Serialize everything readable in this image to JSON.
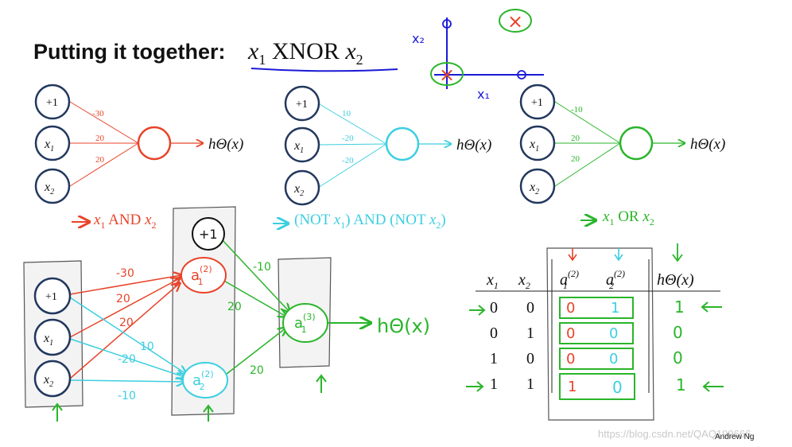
{
  "slide": {
    "title": "Putting it together:",
    "title_math": {
      "x1": "x",
      "sub1": "1",
      "op": "XNOR",
      "x2": "x",
      "sub2": "2"
    },
    "credit": "Andrew Ng",
    "watermark": "https://blog.csdn.net/QAQ199666"
  },
  "sketch": {
    "axis_x_label": "x₁",
    "axis_y_label": "x₂",
    "origin_mark": "×",
    "corner_mark": "×"
  },
  "neuron_inputs": [
    "+1",
    "x1",
    "x2"
  ],
  "output_label": "hΘ(x)",
  "networks": [
    {
      "name": "and",
      "color": "#e8442a",
      "weights": [
        "-30",
        "20",
        "20"
      ],
      "caption": {
        "a": "x",
        "as": "1",
        "mid": " AND ",
        "b": "x",
        "bs": "2"
      }
    },
    {
      "name": "nor",
      "color": "#3ccfe0",
      "weights": [
        "10",
        "-20",
        "-20"
      ],
      "caption": {
        "pre": "(NOT ",
        "a": "x",
        "as": "1",
        "mid": ") AND (NOT ",
        "b": "x",
        "bs": "2",
        "post": ")"
      }
    },
    {
      "name": "or",
      "color": "#2ab52a",
      "weights": [
        "-10",
        "20",
        "20"
      ],
      "caption": {
        "a": "x",
        "as": "1",
        "mid": " OR ",
        "b": "x",
        "bs": "2"
      }
    }
  ],
  "big_network": {
    "layer1": [
      "+1",
      "x1",
      "x2"
    ],
    "layer2_bias": "+1",
    "a1_label": "a",
    "a1_sup": "(2)",
    "a1_sub": "1",
    "a2_label": "a",
    "a2_sup": "(2)",
    "a2_sub": "2",
    "a3_label": "a",
    "a3_sup": "(3)",
    "a3_sub": "1",
    "red_weights": [
      "-30",
      "20",
      "20"
    ],
    "blue_weights": [
      "10",
      "-20",
      "-10"
    ],
    "green_weights": [
      "-10",
      "20",
      "20"
    ],
    "output": "hΘ(x)"
  },
  "truth_table": {
    "headers": [
      "x1",
      "x2",
      "a1(2)",
      "a2(2)",
      "hΘ(x)"
    ],
    "rows": [
      {
        "x1": "0",
        "x2": "0",
        "a1": "0",
        "a2": "1",
        "h": "1"
      },
      {
        "x1": "0",
        "x2": "1",
        "a1": "0",
        "a2": "0",
        "h": "0"
      },
      {
        "x1": "1",
        "x2": "0",
        "a1": "0",
        "a2": "0",
        "h": "0"
      },
      {
        "x1": "1",
        "x2": "1",
        "a1": "1",
        "a2": "0",
        "h": "1"
      }
    ]
  },
  "colors": {
    "red": "#e8442a",
    "cyan": "#3ccfe0",
    "green": "#2ab52a",
    "navy": "#23385e",
    "blue": "#1a1ad8"
  }
}
